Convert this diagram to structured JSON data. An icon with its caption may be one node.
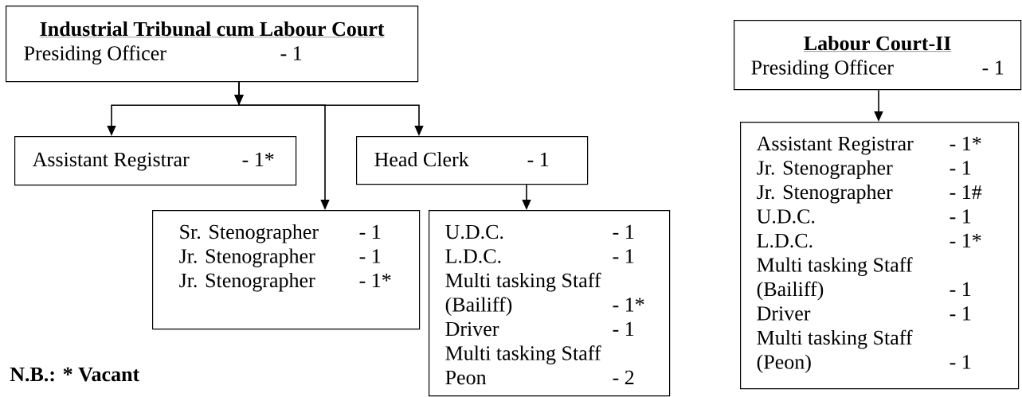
{
  "diagram": {
    "nodes": [
      {
        "text": [
          "Industrial Tribunal cum Labour Court",
          "Presiding Officer",
          "- 1"
        ]
      },
      {
        "text": [
          "Assistant Registrar",
          "- 1*"
        ]
      },
      {
        "text": [
          "Head Clerk",
          "- 1"
        ]
      },
      {
        "text": [
          "Sr. Stenographer",
          "- 1",
          "Jr. Stenographer",
          "- 1",
          "Jr. Stenographer",
          "- 1*"
        ]
      },
      {
        "text": [
          "U.D.C.",
          "- 1",
          "L.D.C.",
          "- 1",
          "Multi tasking Staff (Bailiff)",
          "- 1*",
          "Driver",
          "- 1",
          "Multi tasking Staff Peon",
          "- 2"
        ]
      },
      {
        "text": [
          "Labour Court-II",
          "Presiding Officer",
          "- 1"
        ]
      },
      {
        "text": [
          "Assistant Registrar",
          "- 1*",
          "Jr. Stenographer",
          "- 1",
          "Jr. Stenographer",
          "- 1#",
          "U.D.C.",
          "- 1",
          "L.D.C.",
          "- 1*",
          "Multi tasking Staff (Bailiff)",
          "- 1",
          "Driver",
          "- 1",
          "Multi tasking Staff (Peon)",
          "- 1"
        ]
      }
    ],
    "edges": [
      {
        "from": 0,
        "to": 1,
        "arrow": "to"
      },
      {
        "from": 0,
        "to": 2,
        "arrow": "to"
      },
      {
        "from": 0,
        "to": 3,
        "arrow": "to"
      },
      {
        "from": 2,
        "to": 4,
        "arrow": "to"
      },
      {
        "from": 5,
        "to": 6,
        "arrow": "to"
      }
    ],
    "labels": [
      "N.B.:  * Vacant"
    ]
  }
}
